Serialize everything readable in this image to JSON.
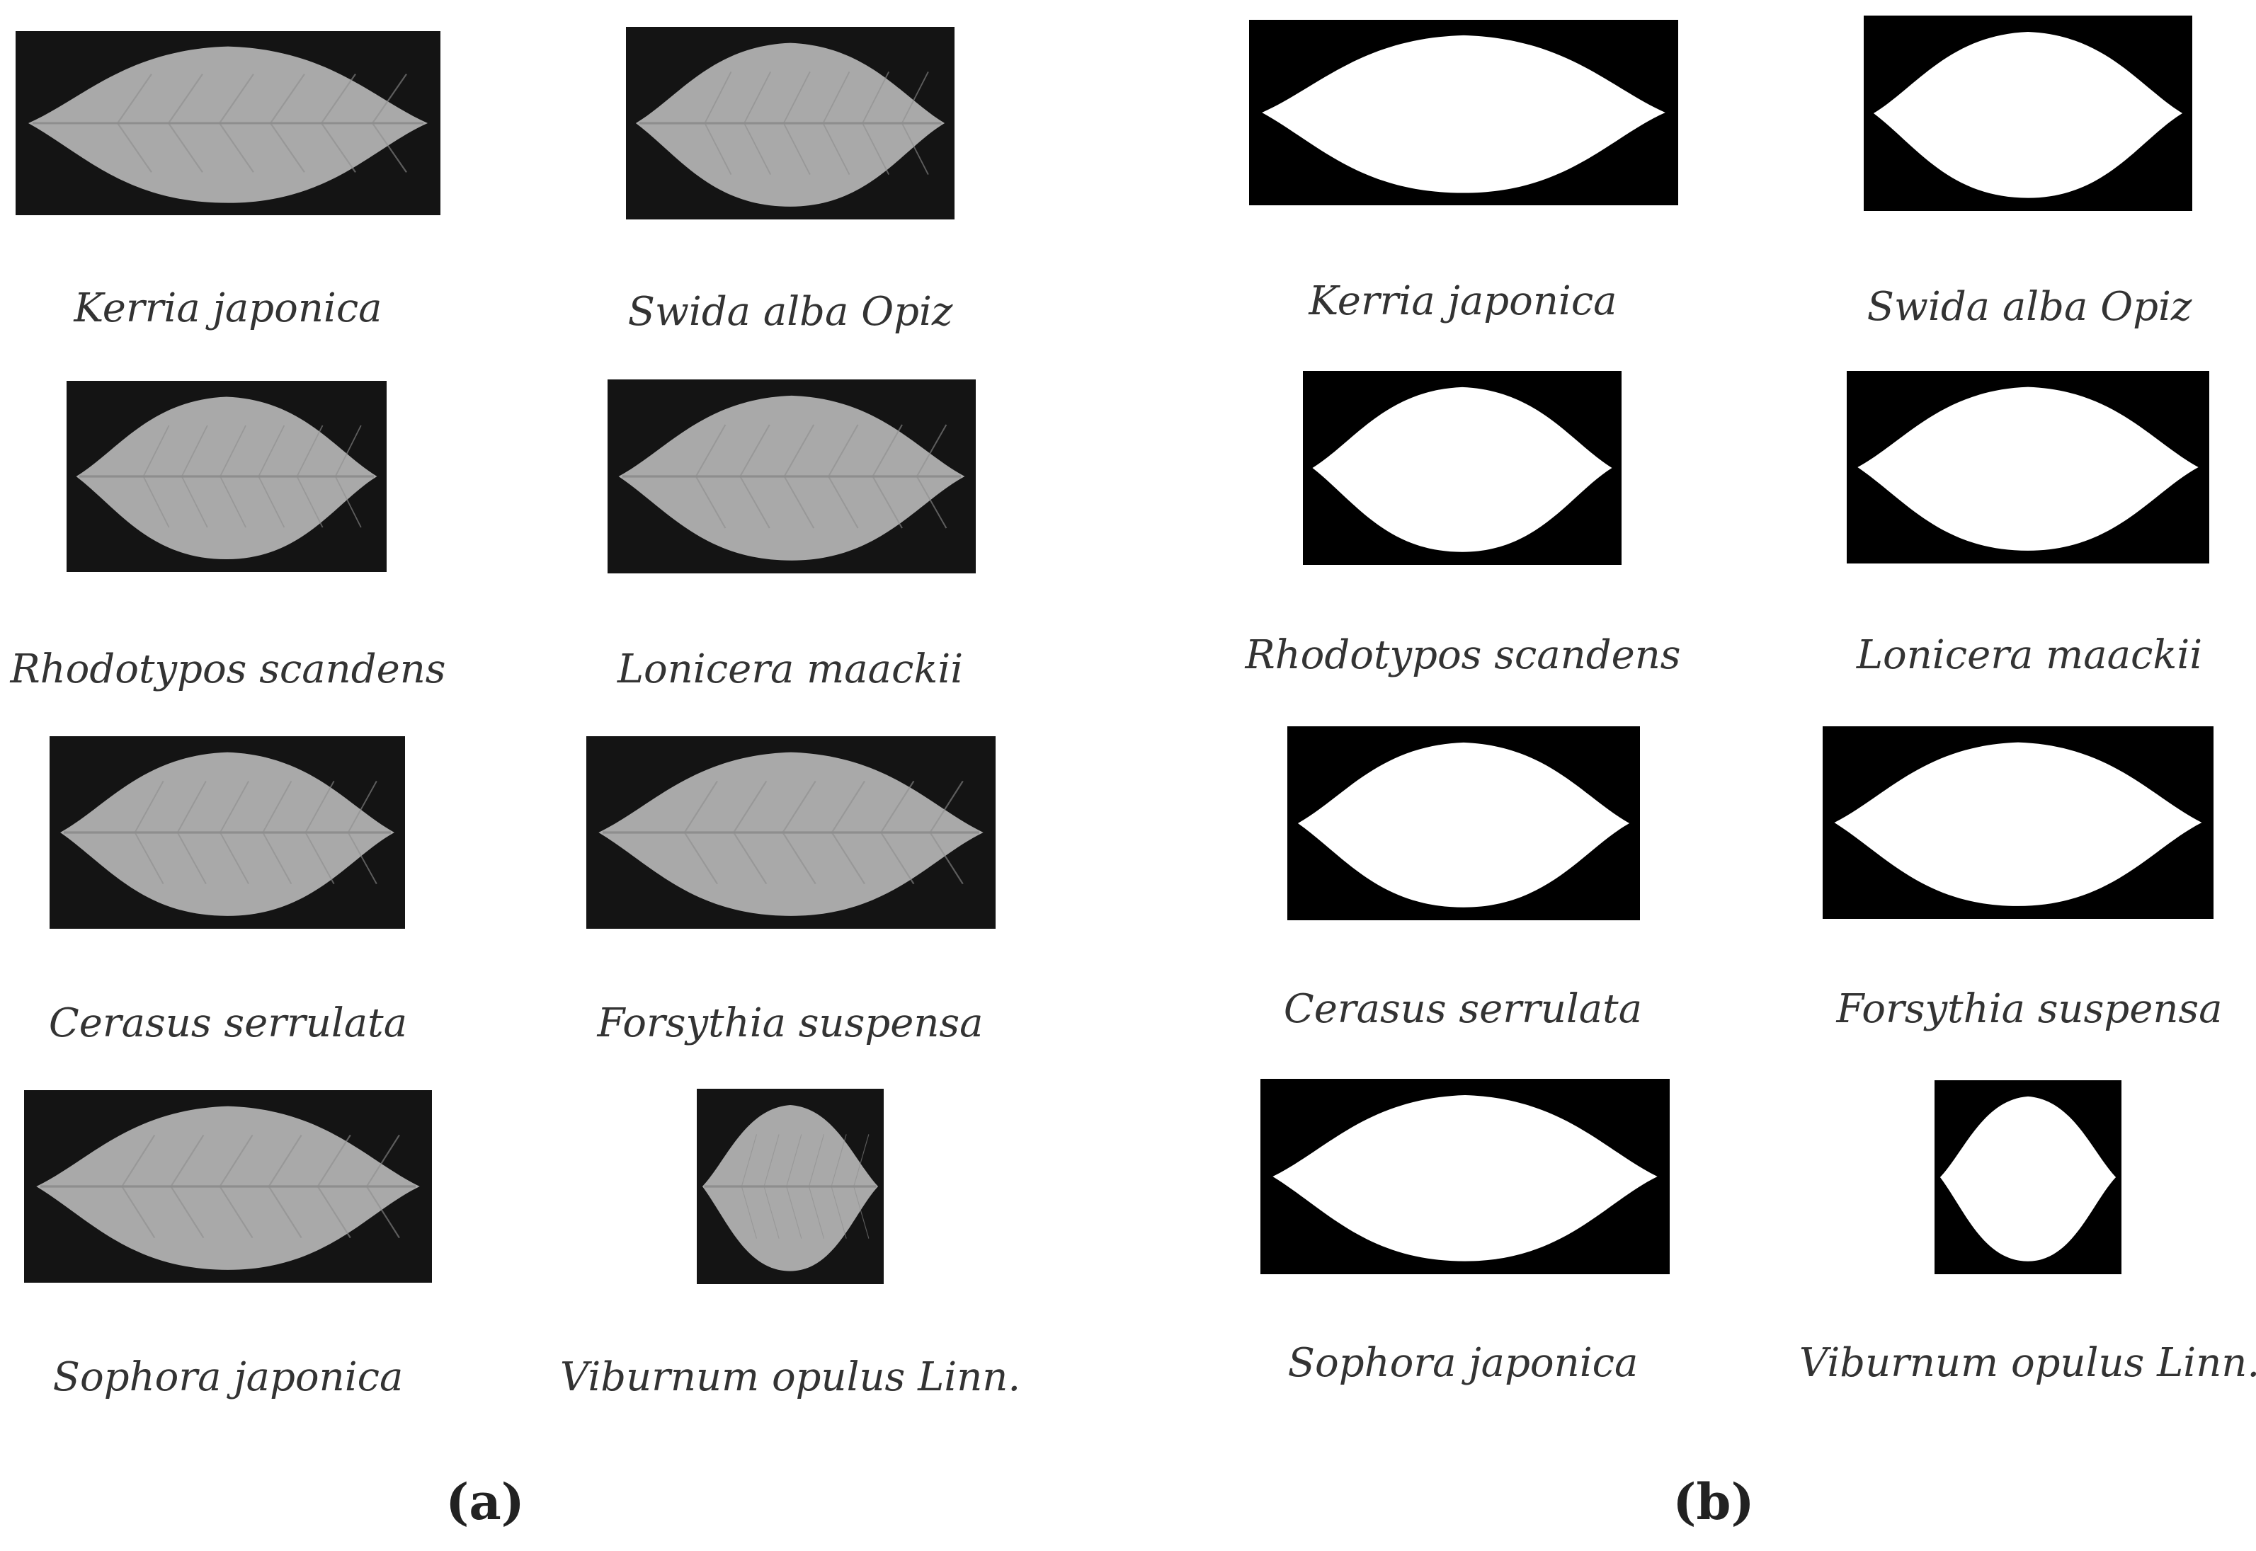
{
  "panels": [
    {
      "label": "(a)",
      "style": "grayscale",
      "items": [
        {
          "species": "Kerria japonica",
          "icon": "leaf-elongated-serrated"
        },
        {
          "species": "Swida alba Opiz",
          "icon": "leaf-ovate"
        },
        {
          "species": "Rhodotypos scandens",
          "icon": "leaf-ovate-serrated"
        },
        {
          "species": "Lonicera maackii",
          "icon": "leaf-ovate"
        },
        {
          "species": "Cerasus serrulata",
          "icon": "leaf-elliptic"
        },
        {
          "species": "Forsythia suspensa",
          "icon": "leaf-elliptic"
        },
        {
          "species": "Sophora japonica",
          "icon": "leaf-elliptic"
        },
        {
          "species": "Viburnum opulus Linn.",
          "icon": "leaf-lobed"
        }
      ]
    },
    {
      "label": "(b)",
      "style": "binary",
      "items": [
        {
          "species": "Kerria japonica",
          "icon": "leaf-elongated-silhouette"
        },
        {
          "species": "Swida alba Opiz",
          "icon": "leaf-ovate-silhouette"
        },
        {
          "species": "Rhodotypos scandens",
          "icon": "leaf-ovate-silhouette"
        },
        {
          "species": "Lonicera maackii",
          "icon": "leaf-ovate-silhouette"
        },
        {
          "species": "Cerasus serrulata",
          "icon": "leaf-elliptic-silhouette"
        },
        {
          "species": "Forsythia suspensa",
          "icon": "leaf-elliptic-silhouette"
        },
        {
          "species": "Sophora japonica",
          "icon": "leaf-elliptic-silhouette"
        },
        {
          "species": "Viburnum opulus Linn.",
          "icon": "leaf-lobed-silhouette"
        }
      ]
    }
  ],
  "colors": {
    "gray_background": "#141414",
    "gray_leaf": "#a9a9a9",
    "gray_vein": "#8e8e8e",
    "binary_background": "#000000",
    "binary_leaf": "#ffffff",
    "caption_text": "#333333"
  }
}
